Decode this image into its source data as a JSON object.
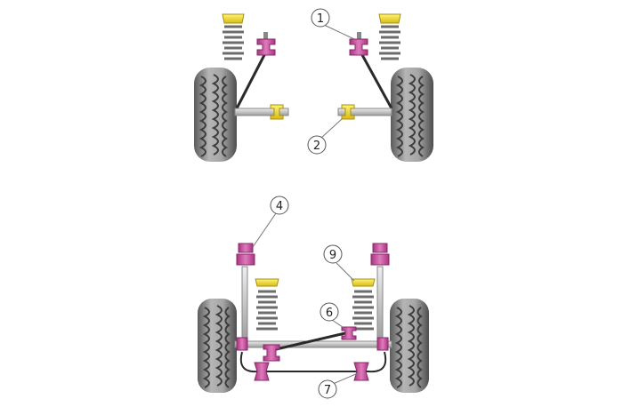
{
  "colors": {
    "background": "#ffffff",
    "tyre": "#9a9a9a",
    "tyre_dark": "#4a4a4a",
    "tyre_light": "#cfcfcf",
    "metal": "#c8c8c8",
    "metal_dark": "#7a7a7a",
    "bush_purple": "#c04c96",
    "bush_purple_light": "#e89cc8",
    "bush_yellow": "#f2de3a",
    "bush_yellow_dark": "#c9ae10",
    "callout_line": "#777777",
    "arm_line": "#2a2a2a"
  },
  "callouts": [
    {
      "id": "c1",
      "label": "1"
    },
    {
      "id": "c2",
      "label": "2"
    },
    {
      "id": "c4",
      "label": "4"
    },
    {
      "id": "c6",
      "label": "6"
    },
    {
      "id": "c7",
      "label": "7"
    },
    {
      "id": "c9",
      "label": "9"
    }
  ],
  "icons": [
    "tyre-icon",
    "coil-spring-icon",
    "bush-icon",
    "anti-roll-bar-icon"
  ]
}
